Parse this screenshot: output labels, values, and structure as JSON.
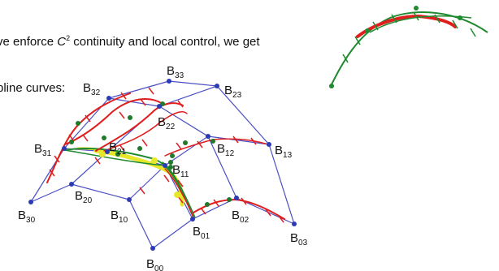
{
  "caption": {
    "line1_before": "ve enforce ",
    "line1_math": "C",
    "line1_sup": "2",
    "line1_after": " continuity and local control, we get",
    "line2": "pline curves:"
  },
  "control_points": [
    {
      "id": "B00",
      "base": "B",
      "sub": "00"
    },
    {
      "id": "B01",
      "base": "B",
      "sub": "01"
    },
    {
      "id": "B02",
      "base": "B",
      "sub": "02"
    },
    {
      "id": "B03",
      "base": "B",
      "sub": "03"
    },
    {
      "id": "B10",
      "base": "B",
      "sub": "10"
    },
    {
      "id": "B11",
      "base": "B",
      "sub": "11"
    },
    {
      "id": "B12",
      "base": "B",
      "sub": "12"
    },
    {
      "id": "B13",
      "base": "B",
      "sub": "13"
    },
    {
      "id": "B20",
      "base": "B",
      "sub": "20"
    },
    {
      "id": "B21",
      "base": "B",
      "sub": "21"
    },
    {
      "id": "B22",
      "base": "B",
      "sub": "22"
    },
    {
      "id": "B23",
      "base": "B",
      "sub": "23"
    },
    {
      "id": "B30",
      "base": "B",
      "sub": "30"
    },
    {
      "id": "B31",
      "base": "B",
      "sub": "31"
    },
    {
      "id": "B32",
      "base": "B",
      "sub": "32"
    },
    {
      "id": "B33",
      "base": "B",
      "sub": "33"
    }
  ],
  "colors": {
    "grid": "#4b4fc4",
    "node": "#2b3bb5",
    "curve_red": "#e01e1e",
    "curve_green": "#1f8a2e",
    "curve_yellow": "#e6e62a",
    "tick": "#e01e1e",
    "dot": "#1f7a2a"
  }
}
